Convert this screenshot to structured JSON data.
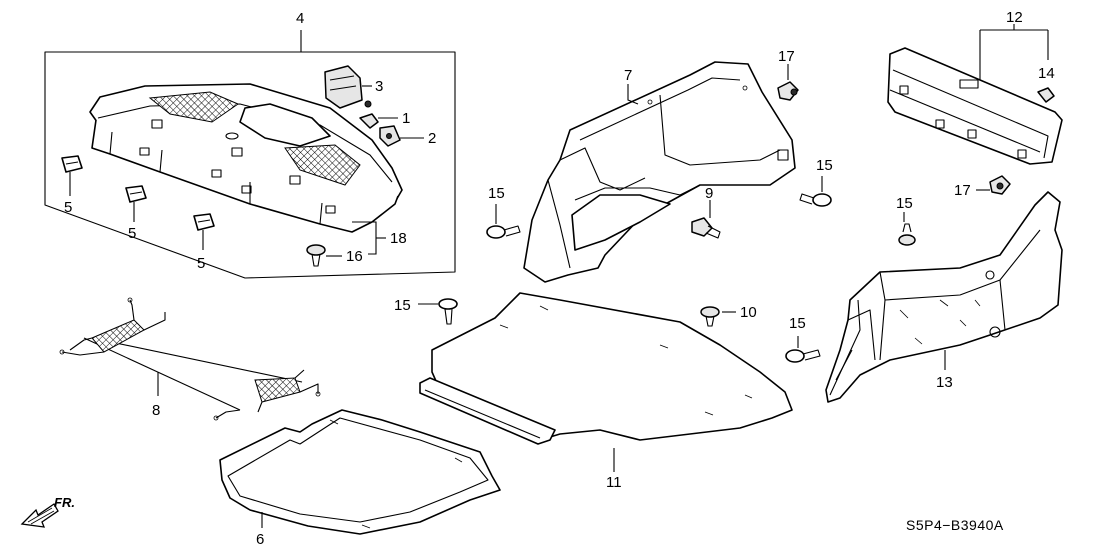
{
  "diagram_code": "S5P4−B3940A",
  "direction_label": "FR.",
  "callouts": {
    "c1": "1",
    "c2": "2",
    "c3": "3",
    "c4": "4",
    "c5a": "5",
    "c5b": "5",
    "c5c": "5",
    "c6": "6",
    "c7": "7",
    "c8": "8",
    "c9": "9",
    "c10": "10",
    "c11": "11",
    "c12": "12",
    "c13": "13",
    "c14": "14",
    "c15a": "15",
    "c15b": "15",
    "c15c": "15",
    "c15d": "15",
    "c15e": "15",
    "c16": "16",
    "c17a": "17",
    "c17b": "17",
    "c18": "18"
  }
}
